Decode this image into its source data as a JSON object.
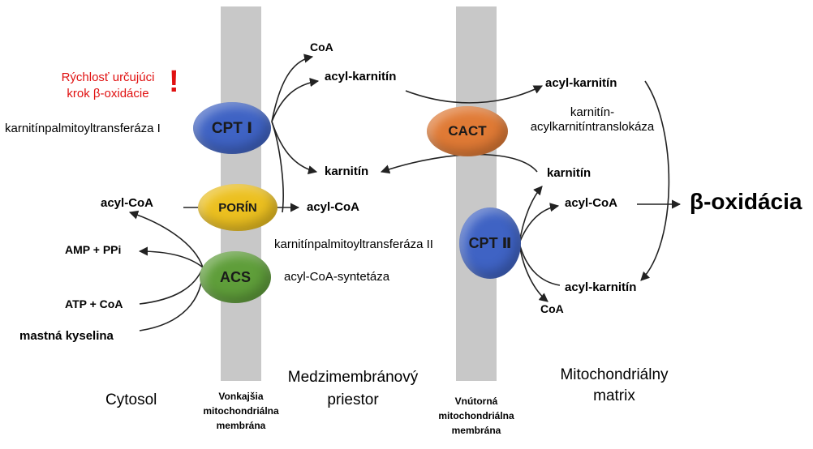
{
  "colors": {
    "membrane": "#c8c8c8",
    "cpt1": "#3f63c4",
    "cpt2": "#3f63c4",
    "cact": "#e07a35",
    "porin": "#ecc020",
    "acs": "#5f9e3a",
    "highlight": "#e01010",
    "arrow": "#222222"
  },
  "enzymes": {
    "cpt1": "CPT Ⅰ",
    "cact": "CACT",
    "porin": "PORÍN",
    "acs": "ACS",
    "cpt2": "CPT Ⅱ"
  },
  "molecules": {
    "coa_top": "CoA",
    "acylcarnitine_ims": "acyl-karnitín",
    "acylcarnitine_matrix": "acyl-karnitín",
    "carnitine_ims": "karnitín",
    "carnitine_matrix": "karnitín",
    "acylcoa_cytosol": "acyl-CoA",
    "acylcoa_ims": "acyl-CoA",
    "acylcoa_matrix": "acyl-CoA",
    "amp_ppi": "AMP + PPi",
    "atp_coa": "ATP + CoA",
    "fatty_acid": "mastná kyselina",
    "acylcarnitine_bottom": "acyl-karnitín",
    "coa_bottom": "CoA",
    "beta_oxidation": "β-oxidácia"
  },
  "annotations": {
    "rate_limiting_line1": "Rýchlosť určujúci",
    "rate_limiting_line2": "krok β-oxidácie",
    "exclamation": "!",
    "cpt1_name": "karnitínpalmitoyltransferáza I",
    "cact_name_line1": "karnitín-",
    "cact_name_line2": "acylkarnitíntranslokáza",
    "cpt2_name": "karnitínpalmitoyltransferáza II",
    "acs_name": "acyl-CoA-syntetáza"
  },
  "regions": {
    "cytosol": "Cytosol",
    "ims_line1": "Medzimembránový",
    "ims_line2": "priestor",
    "matrix_line1": "Mitochondriálny",
    "matrix_line2": "matrix"
  },
  "membranes": {
    "outer_line1": "Vonkajšia",
    "outer_line2": "mitochondriálna",
    "outer_line3": "membrána",
    "inner_line1": "Vnútorná",
    "inner_line2": "mitochondriálna",
    "inner_line3": "membrána"
  }
}
